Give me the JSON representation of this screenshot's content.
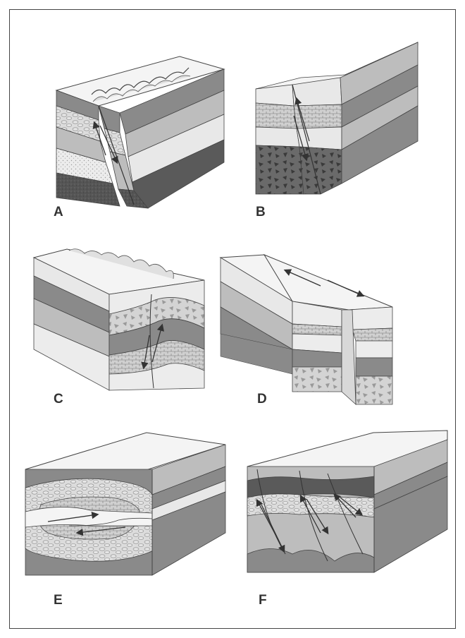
{
  "panels": [
    {
      "label": "A"
    },
    {
      "label": "B"
    },
    {
      "label": "C"
    },
    {
      "label": "D"
    },
    {
      "label": "E"
    },
    {
      "label": "F"
    }
  ],
  "colors": {
    "outline": "#444444",
    "top_surface": "#f4f4f4",
    "light_layer": "#e8e8e8",
    "mid_layer": "#bdbdbd",
    "dark_layer": "#8a8a8a",
    "darkest_layer": "#5a5a5a",
    "arrow": "#333333"
  }
}
